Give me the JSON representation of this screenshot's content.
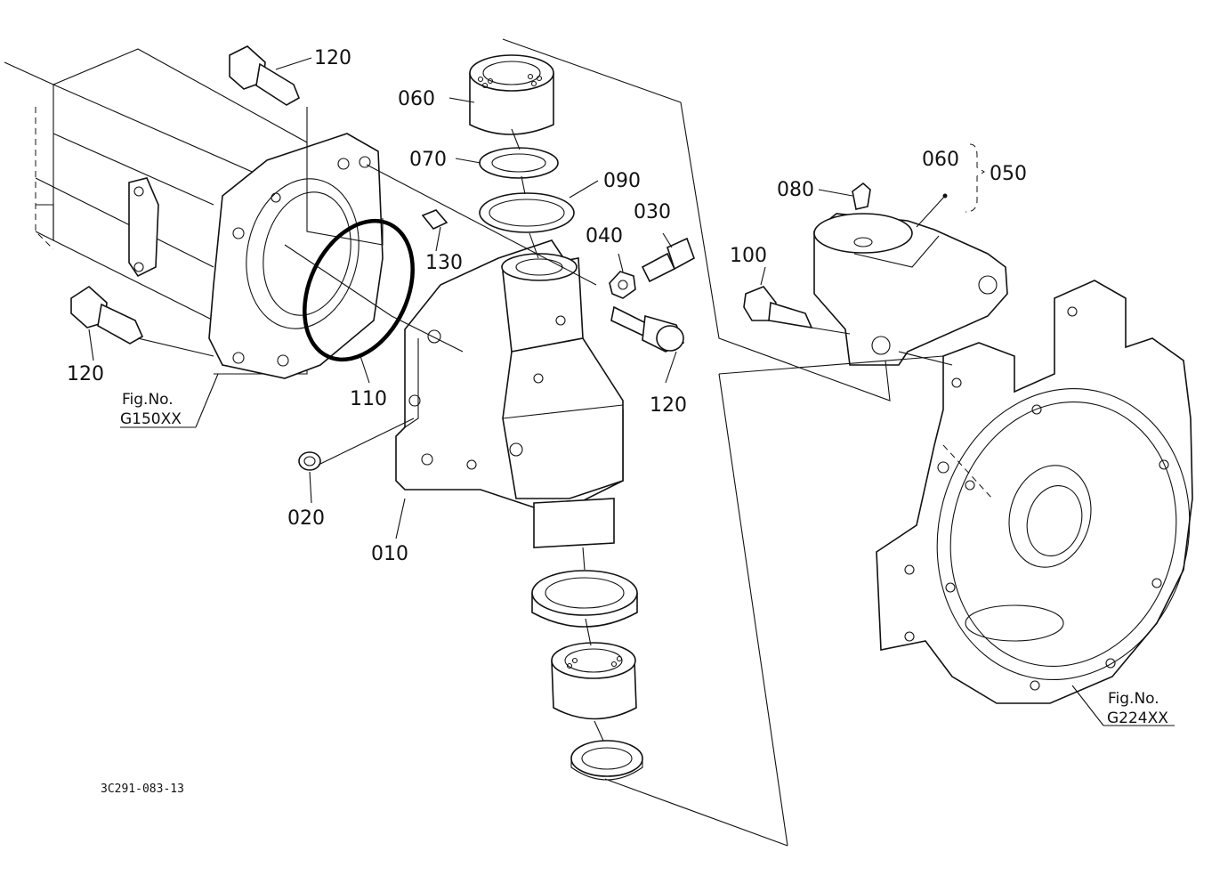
{
  "diagram": {
    "part_labels": [
      {
        "id": "p120a",
        "text": "120"
      },
      {
        "id": "p060a",
        "text": "060"
      },
      {
        "id": "p070",
        "text": "070"
      },
      {
        "id": "p090",
        "text": "090"
      },
      {
        "id": "p130",
        "text": "130"
      },
      {
        "id": "p040",
        "text": "040"
      },
      {
        "id": "p030",
        "text": "030"
      },
      {
        "id": "p120b",
        "text": "120"
      },
      {
        "id": "p110",
        "text": "110"
      },
      {
        "id": "p120c",
        "text": "120"
      },
      {
        "id": "p020",
        "text": "020"
      },
      {
        "id": "p010",
        "text": "010"
      },
      {
        "id": "p100",
        "text": "100"
      },
      {
        "id": "p080",
        "text": "080"
      },
      {
        "id": "p060b",
        "text": "060"
      },
      {
        "id": "p050",
        "text": "050"
      }
    ],
    "fig_refs": [
      {
        "id": "fig1",
        "line1": "Fig.No.",
        "line2": "G150XX"
      },
      {
        "id": "fig2",
        "line1": "Fig.No.",
        "line2": "G224XX"
      }
    ],
    "drawing_code": "3C291-083-13",
    "highlight_color": "#000000"
  }
}
